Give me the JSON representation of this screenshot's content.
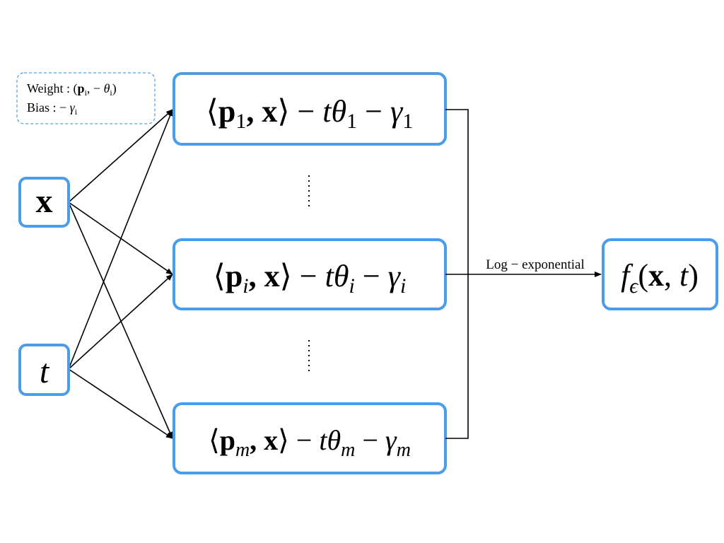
{
  "legend": {
    "weight_label": "Weight : (",
    "weight_p": "p",
    "weight_p_sub": "i",
    "weight_sep": ", − ",
    "weight_theta": "θ",
    "weight_theta_sub": "i",
    "weight_close": ")",
    "bias_label": "Bias : − ",
    "bias_gamma": "γ",
    "bias_gamma_sub": "i"
  },
  "inputs": {
    "x": "x",
    "t": "t"
  },
  "neurons": [
    {
      "open": "⟨",
      "p": "p",
      "sub": "1",
      "comma_x": ", x",
      "close": "⟩ − ",
      "t": "t",
      "theta": "θ",
      "sub2": "1",
      "minus": " − ",
      "gamma": "γ",
      "sub3": "1"
    },
    {
      "open": "⟨",
      "p": "p",
      "sub": "i",
      "comma_x": ", x",
      "close": "⟩ − ",
      "t": "t",
      "theta": "θ",
      "sub2": "i",
      "minus": " − ",
      "gamma": "γ",
      "sub3": "i"
    },
    {
      "open": "⟨",
      "p": "p",
      "sub": "m",
      "comma_x": ", x",
      "close": "⟩ − ",
      "t": "t",
      "theta": "θ",
      "sub2": "m",
      "minus": " − ",
      "gamma": "γ",
      "sub3": "m"
    }
  ],
  "aggregation_label": "Log − exponential",
  "output": {
    "f": "f",
    "f_sub": "ϵ",
    "open": "(",
    "x": "x",
    "sep": ", ",
    "t": "t",
    "close": ")"
  },
  "colors": {
    "box_stroke": "#4a9de8",
    "line": "#000000"
  }
}
